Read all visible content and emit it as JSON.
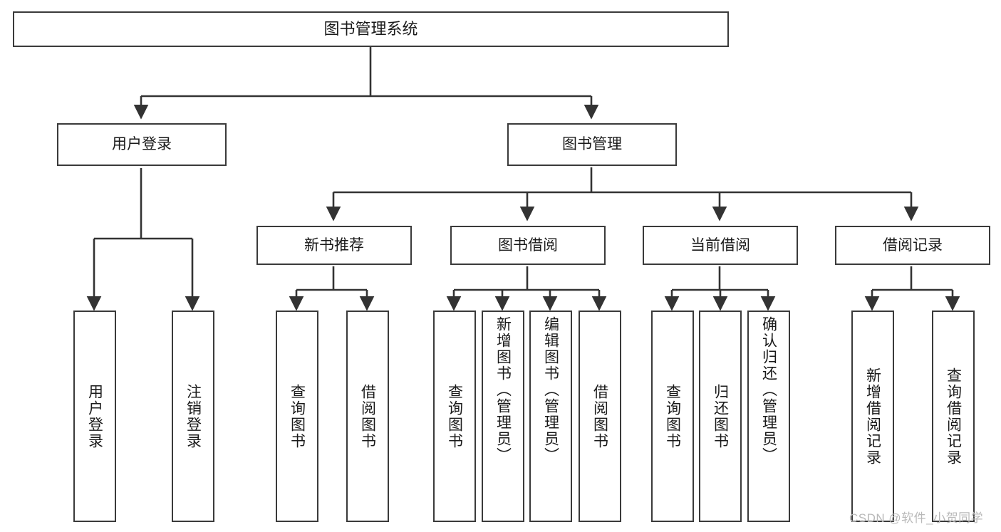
{
  "diagram": {
    "type": "tree",
    "title": "图书管理系统",
    "watermark": "CSDN @软件_小贺同学",
    "colors": {
      "box_border": "#3a3a3a",
      "box_fill": "#ffffff",
      "connector": "#333333",
      "text": "#1a1a1a",
      "watermark": "#b9b9b9",
      "background": "#ffffff"
    },
    "nodes": {
      "root": {
        "label": "图书管理系统"
      },
      "level2": [
        {
          "id": "user-login",
          "label": "用户登录"
        },
        {
          "id": "book-management",
          "label": "图书管理"
        }
      ],
      "level3": [
        {
          "id": "new-book-recommend",
          "label": "新书推荐"
        },
        {
          "id": "book-borrow",
          "label": "图书借阅"
        },
        {
          "id": "current-borrow",
          "label": "当前借阅"
        },
        {
          "id": "borrow-record",
          "label": "借阅记录"
        }
      ],
      "leaves": {
        "user-login": [
          {
            "id": "leaf-user-login",
            "label": "用户登录"
          },
          {
            "id": "leaf-logout-login",
            "label": "注销登录"
          }
        ],
        "new-book-recommend": [
          {
            "id": "leaf-query-book-1",
            "label": "查询图书"
          },
          {
            "id": "leaf-borrow-book-1",
            "label": "借阅图书"
          }
        ],
        "book-borrow": [
          {
            "id": "leaf-query-book-2",
            "label": "查询图书"
          },
          {
            "id": "leaf-add-book",
            "label": "新增图书（管理员）"
          },
          {
            "id": "leaf-edit-book",
            "label": "编辑图书（管理员）"
          },
          {
            "id": "leaf-borrow-book-2",
            "label": "借阅图书"
          }
        ],
        "current-borrow": [
          {
            "id": "leaf-query-book-3",
            "label": "查询图书"
          },
          {
            "id": "leaf-return-book",
            "label": "归还图书"
          },
          {
            "id": "leaf-confirm-return",
            "label": "确认归还（管理员）"
          }
        ],
        "borrow-record": [
          {
            "id": "leaf-add-record",
            "label": "新增借阅记录"
          },
          {
            "id": "leaf-query-record",
            "label": "查询借阅记录"
          }
        ]
      }
    }
  }
}
